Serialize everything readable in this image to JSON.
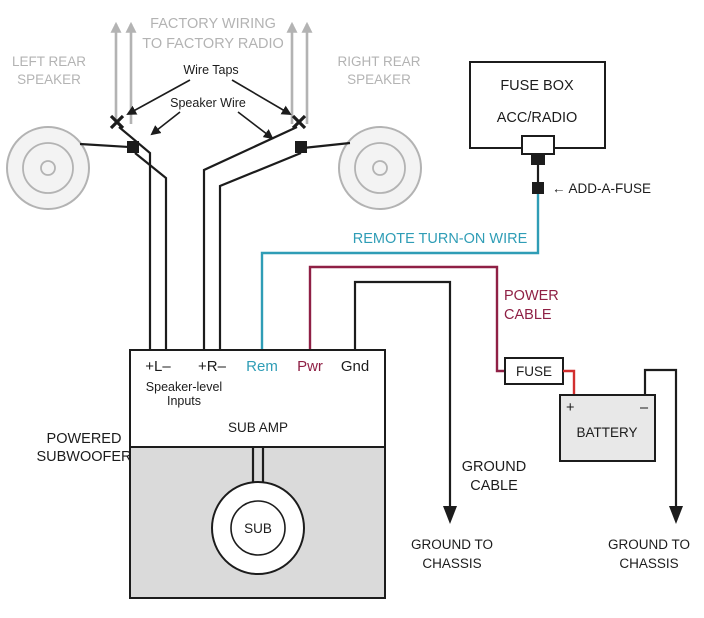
{
  "colors": {
    "black": "#1c1c1c",
    "gray": "#b3b3b3",
    "teal": "#2f9db6",
    "maroon": "#8f2045",
    "red": "#d22f2f",
    "speaker_fill": "#f3f3f3",
    "enclosure_fill": "#dadada",
    "battery_fill": "#e8e8e8"
  },
  "factory_wiring": {
    "line1": "FACTORY WIRING",
    "line2": "TO FACTORY RADIO"
  },
  "left_speaker": {
    "line1": "LEFT REAR",
    "line2": "SPEAKER"
  },
  "right_speaker": {
    "line1": "RIGHT REAR",
    "line2": "SPEAKER"
  },
  "callouts": {
    "wire_taps": "Wire Taps",
    "speaker_wire": "Speaker Wire",
    "add_a_fuse": "← ADD-A-FUSE",
    "remote_turn_on": "REMOTE TURN-ON WIRE",
    "power_cable_line1": "POWER",
    "power_cable_line2": "CABLE",
    "ground_cable_line1": "GROUND",
    "ground_cable_line2": "CABLE",
    "ground_to_chassis_line1": "GROUND TO",
    "ground_to_chassis_line2": "CHASSIS"
  },
  "fuse_box": {
    "title": "FUSE BOX",
    "circuit": "ACC/RADIO"
  },
  "amp": {
    "terminal_left": "+L–",
    "terminal_right": "+R–",
    "terminal_rem": "Rem",
    "terminal_pwr": "Pwr",
    "terminal_gnd": "Gnd",
    "inputs_line1": "Speaker-level",
    "inputs_line2": "Inputs",
    "name": "SUB AMP"
  },
  "subwoofer": {
    "label_line1": "POWERED",
    "label_line2": "SUBWOOFER",
    "driver": "SUB"
  },
  "power_circuit": {
    "fuse": "FUSE",
    "battery": "BATTERY",
    "positive": "+",
    "negative": "–"
  }
}
